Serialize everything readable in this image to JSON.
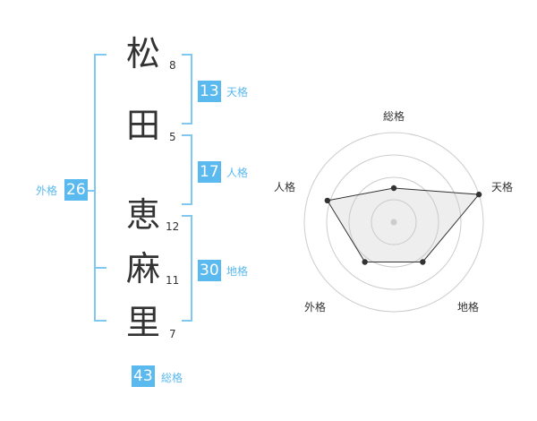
{
  "colors": {
    "accent": "#7ec8f2",
    "badge_bg": "#5ab9ef",
    "label_text": "#5ab9ef",
    "text": "#333333"
  },
  "name": {
    "characters": [
      {
        "char": "松",
        "strokes": "8"
      },
      {
        "char": "田",
        "strokes": "5"
      },
      {
        "char": "恵",
        "strokes": "12"
      },
      {
        "char": "麻",
        "strokes": "11"
      },
      {
        "char": "里",
        "strokes": "7"
      }
    ]
  },
  "kakusu": {
    "tenkaku": {
      "value": "13",
      "label": "天格"
    },
    "jinkaku": {
      "value": "17",
      "label": "人格"
    },
    "chikaku": {
      "value": "30",
      "label": "地格"
    },
    "gaikaku": {
      "value": "26",
      "label": "外格"
    },
    "soukaku": {
      "value": "43",
      "label": "総格"
    }
  },
  "radar": {
    "axes": [
      "総格",
      "天格",
      "地格",
      "外格",
      "人格"
    ],
    "rings": 4,
    "values": [
      0.38,
      1.0,
      0.55,
      0.55,
      0.78
    ]
  }
}
